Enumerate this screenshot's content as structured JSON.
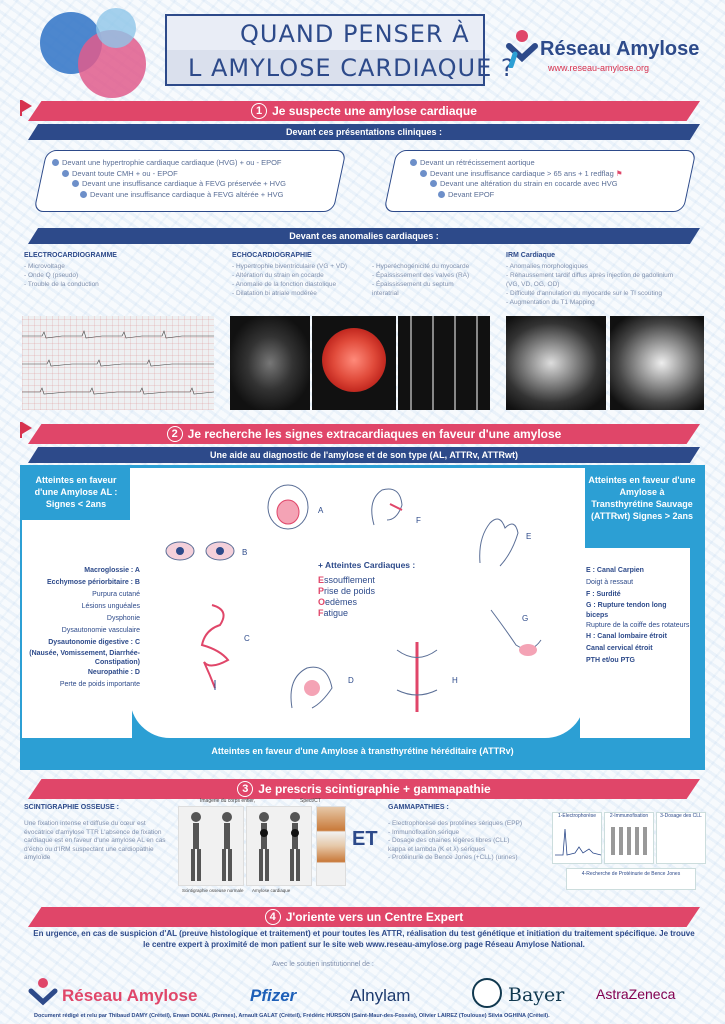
{
  "header": {
    "title_line1": "QUAND PENSER À",
    "title_line2": "L AMYLOSE CARDIAQUE ?",
    "logo_name": "Réseau Amylose",
    "logo_url": "www.reseau-amylose.org"
  },
  "section1": {
    "number": "1",
    "title": "Je suspecte une amylose cardiaque",
    "sub_clinical": "Devant ces présentations cliniques :",
    "left_items": [
      "Devant une hypertrophie cardiaque cardiaque (HVG) + ou - EPOF",
      "Devant toute CMH + ou - EPOF",
      "Devant une insuffisance cardiaque à FEVG préservée + HVG",
      "Devant une insuffisance cardiaque à FEVG altérée + HVG"
    ],
    "right_items": [
      "Devant un rétrécissement aortique",
      "Devant une insuffisance cardiaque > 65 ans + 1 redflag",
      "Devant une altération du strain en cocarde avec HVG",
      "Devant EPOF"
    ],
    "sub_anomalies": "Devant ces anomalies cardiaques :",
    "ecg_title": "ELECTROCARDIOGRAMME",
    "ecg_items": [
      "- Microvoltage",
      "- Onde Q (pseudo)",
      "- Trouble de la conduction"
    ],
    "echo_title": "ECHOCARDIOGRAPHIE",
    "echo_items_a": [
      "- Hypertrophie biventriculaire (VG + VD)",
      "- Altération du strain en cocarde",
      "- Anomalie de la fonction diastolique",
      "- Dilatation bi atriale modérée"
    ],
    "echo_items_b": [
      "- Hyperéchogénicité du myocarde",
      "- Épaississement des valves (RA)",
      "- Épaississement du septum",
      "interatrial"
    ],
    "irm_title": "IRM Cardiaque",
    "irm_items": [
      "- Anomalies morphologiques",
      "- Réhaussement tardif diffus après injection de gadolinium",
      "(VG, VD, OG, OD)",
      "- Difficulté d'annulation du myocarde sur le TI scouting",
      "- Augmentation du T1 Mapping"
    ]
  },
  "section2": {
    "number": "2",
    "title": "Je recherche les signes extracardiaques en faveur d'une amylose",
    "sub": "Une aide au diagnostic de l'amylose et de son type (AL, ATTRv, ATTRwt)",
    "left_title": "Atteintes en faveur d'une Amylose AL : Signes < 2ans",
    "left_items": [
      {
        "b": "Macroglossie : A",
        "t": ""
      },
      {
        "b": "Ecchymose périorbitaire : B",
        "t": ""
      },
      {
        "b": "",
        "t": "Purpura cutané"
      },
      {
        "b": "",
        "t": "Lésions unguéales"
      },
      {
        "b": "",
        "t": "Dysphonie"
      },
      {
        "b": "",
        "t": "Dysautonomie vasculaire"
      },
      {
        "b": "Dysautonomie digestive : C",
        "t": ""
      },
      {
        "b": "(Nausée, Vomissement, Diarrhée-Constipation)",
        "t": ""
      },
      {
        "b": "Neuropathie : D",
        "t": ""
      },
      {
        "b": "",
        "t": "Perte de poids importante"
      }
    ],
    "right_title": "Atteintes en faveur d'une Amylose à Transthyrétine Sauvage (ATTRwt) Signes > 2ans",
    "right_items": [
      {
        "b": "E : Canal Carpien",
        "t": ""
      },
      {
        "b": "",
        "t": "Doigt à ressaut"
      },
      {
        "b": "F : Surdité",
        "t": ""
      },
      {
        "b": "G : Rupture tendon long biceps",
        "t": ""
      },
      {
        "b": "",
        "t": "Rupture de la coiffe des rotateurs"
      },
      {
        "b": "H : Canal lombaire étroit",
        "t": ""
      },
      {
        "b": "Canal cervical étroit",
        "t": ""
      },
      {
        "b": "PTH et/ou PTG",
        "t": ""
      }
    ],
    "cardiac_title": "+ Atteintes Cardiaques :",
    "epof": [
      {
        "l": "E",
        "r": "ssoufflement"
      },
      {
        "l": "P",
        "r": "rise de poids"
      },
      {
        "l": "O",
        "r": "edèmes"
      },
      {
        "l": "F",
        "r": "atigue"
      }
    ],
    "letters": [
      "A",
      "B",
      "C",
      "D",
      "E",
      "F",
      "G",
      "H"
    ],
    "bottom": "Atteintes en faveur d'une Amylose à transthyrétine héréditaire (ATTRv)"
  },
  "section3": {
    "number": "3",
    "title": "Je prescris scintigraphie + gammapathie",
    "scinti_title": "SCINTIGRAPHIE OSSEUSE :",
    "scinti_text": "Une fixation intense et diffuse du cœur est évocatrice d'amylose TTR L'absence de fixation cardiaque est en faveur d'une amylose AL en cas d'écho ou d'IRM suspectant une cardiopathie amyloïde",
    "scinti_caption1": "Imagerie du corps entier,",
    "scinti_caption2": "Spect/CT",
    "scinti_caption3": "Scintigraphie osseuse normale",
    "scinti_caption4": "Amylose cardiaque",
    "et": "ET",
    "gamma_title": "GAMMAPATHIES :",
    "gamma_items": [
      "- Electrophorèse des protéines sériques (EPP)",
      "- Immunofixation sérique",
      "- Dosage des chaines légères libres (CLL)",
      "kappa et lambda (K et λ) sériques",
      "- Protéinurie de Bence Jones (+CLL) (urines)"
    ],
    "lab1": "1-Electrophorèse",
    "lab2": "2-Immunofixation",
    "lab3": "3-Dosage des CLL",
    "lab4": "4-Recherche de Protéinurie de Bence Jones"
  },
  "section4": {
    "number": "4",
    "title": "J'oriente vers un Centre Expert",
    "text": "En urgence, en cas de suspicion d'AL (preuve histologique et traitement) et pour toutes les ATTR, réalisation du test génétique et initiation du traitement spécifique. Je trouve le centre expert à proximité de mon patient sur le site web www.reseau-amylose.org page Réseau Amylose National."
  },
  "footer": {
    "support": "Avec le soutien institutionnel de :",
    "sponsors": [
      "Réseau Amylose",
      "Pfizer",
      "Alnylam",
      "Bayer",
      "AstraZeneca"
    ],
    "credits": "Document rédigé et relu par Thibaud DAMY (Créteil), Erwan DONAL (Rennes), Arnault GALAT (Créteil), Frédéric HURSON (Saint-Maur-des-Fossés), Olivier LAIREZ (Toulouse) Silvia OGHINA (Créteil)."
  },
  "colors": {
    "navy": "#2d4a8a",
    "pink": "#e04669",
    "blue": "#2c9fd4"
  }
}
